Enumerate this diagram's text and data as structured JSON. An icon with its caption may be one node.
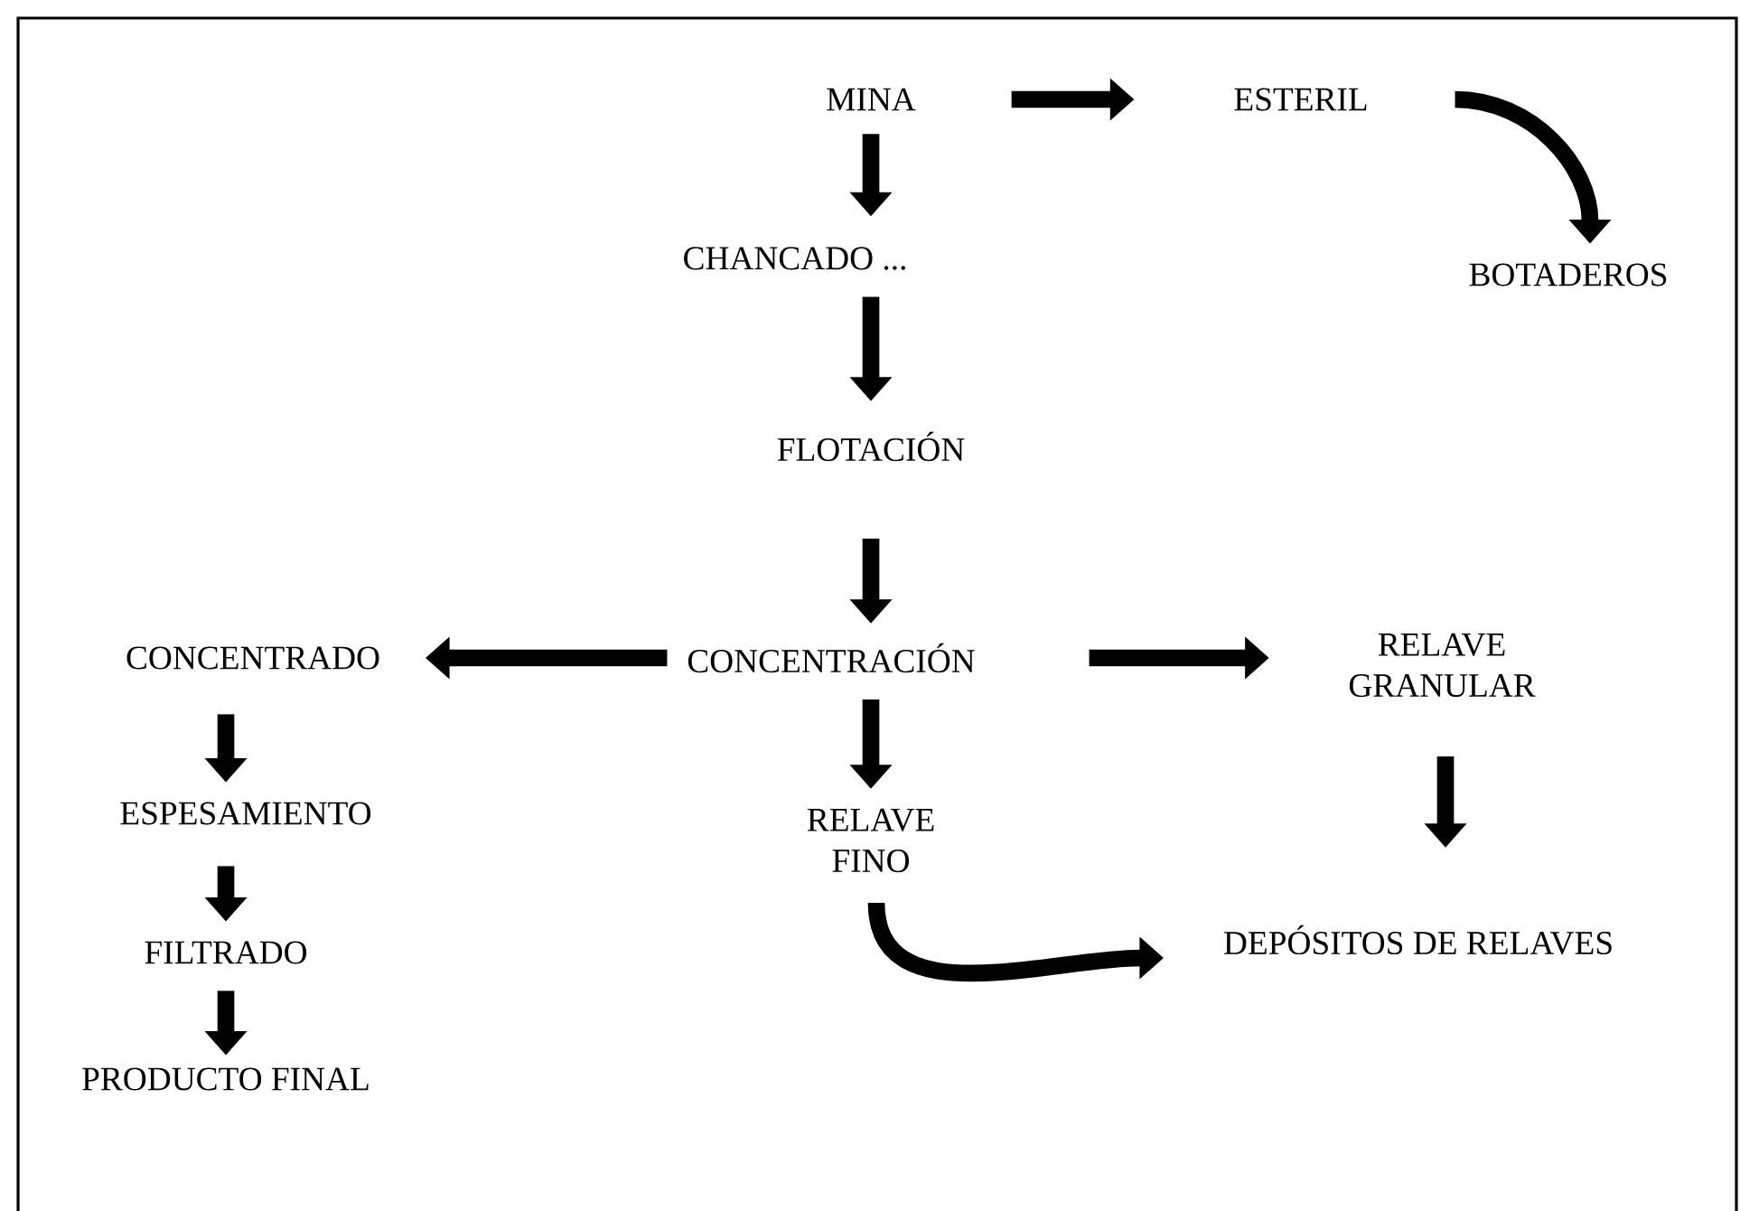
{
  "diagram": {
    "nodes": [
      {
        "text": [
          "MINA"
        ]
      },
      {
        "text": [
          "ESTERIL"
        ]
      },
      {
        "text": [
          "BOTADEROS"
        ]
      },
      {
        "text": [
          "CHANCADO ..."
        ]
      },
      {
        "text": [
          "FLOTACIÓN"
        ]
      },
      {
        "text": [
          "CONCENTRACIÓN"
        ]
      },
      {
        "text": [
          "CONCENTRADO"
        ]
      },
      {
        "text": [
          "RELAVE GRANULAR"
        ]
      },
      {
        "text": [
          "ESPESAMIENTO"
        ]
      },
      {
        "text": [
          "RELAVE FINO"
        ]
      },
      {
        "text": [
          "DEPÓSITOS DE RELAVES"
        ]
      },
      {
        "text": [
          "FILTRADO"
        ]
      },
      {
        "text": [
          "PRODUCTO FINAL"
        ]
      }
    ],
    "edges": [
      {
        "from": 0,
        "to": 1,
        "arrow": "to"
      },
      {
        "from": 1,
        "to": 2,
        "arrow": "to"
      },
      {
        "from": 0,
        "to": 3,
        "arrow": "to"
      },
      {
        "from": 3,
        "to": 4,
        "arrow": "to"
      },
      {
        "from": 4,
        "to": 5,
        "arrow": "to"
      },
      {
        "from": 5,
        "to": 6,
        "arrow": "to"
      },
      {
        "from": 5,
        "to": 7,
        "arrow": "to"
      },
      {
        "from": 5,
        "to": 9,
        "arrow": "to"
      },
      {
        "from": 7,
        "to": 10,
        "arrow": "to"
      },
      {
        "from": 9,
        "to": 10,
        "arrow": "to"
      },
      {
        "from": 6,
        "to": 8,
        "arrow": "to"
      },
      {
        "from": 8,
        "to": 11,
        "arrow": "to"
      },
      {
        "from": 11,
        "to": 12,
        "arrow": "to"
      }
    ]
  }
}
